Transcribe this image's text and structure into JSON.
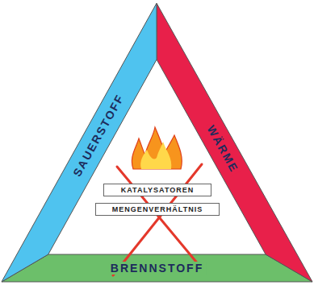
{
  "diagram": {
    "nodes": [
      {
        "text": [
          "SAUERSTOFF"
        ]
      },
      {
        "text": [
          "WÄRME"
        ]
      },
      {
        "text": [
          "KATALYSATOREN"
        ]
      },
      {
        "text": [
          "MENGENVERHÄLTNIS"
        ]
      },
      {
        "text": [
          "BRENNSTOFF"
        ]
      }
    ]
  }
}
